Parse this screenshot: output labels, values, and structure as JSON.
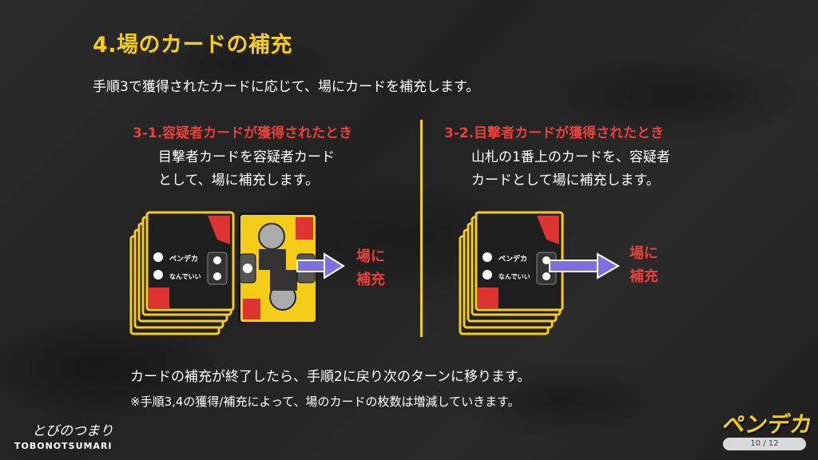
{
  "slide": {
    "title": "4.場のカードの補充",
    "intro": "手順3で獲得されたカードに応じて、場にカードを補充します。",
    "case1": {
      "title": "3-1.容疑者カードが獲得されたとき",
      "line1": "目撃者カードを容疑者カード",
      "line2": "として、場に補充します。"
    },
    "case2": {
      "title": "3-2.目撃者カードが獲得されたとき",
      "line1": "山札の1番上のカードを、容疑者",
      "line2": "カードとして場に補充します。"
    },
    "add_label_line1": "場に",
    "add_label_line2": "補充",
    "footer_main": "カードの補充が終了したら、手順2に戻り次のターンに移ります。",
    "footer_note": "※手順3,4の獲得/補充によって、場のカードの枚数は増減していきます。"
  },
  "branding": {
    "left_script": "とびのつまり",
    "left_wordmark": "TOBONOTSUMARI",
    "right_logo": "ペンデカ"
  },
  "pager": {
    "current": "10",
    "total": "12",
    "separator": "/"
  },
  "colors": {
    "accent_yellow": "#f5cc17",
    "accent_red": "#e8403a",
    "arrow": "#7c6fe0"
  }
}
